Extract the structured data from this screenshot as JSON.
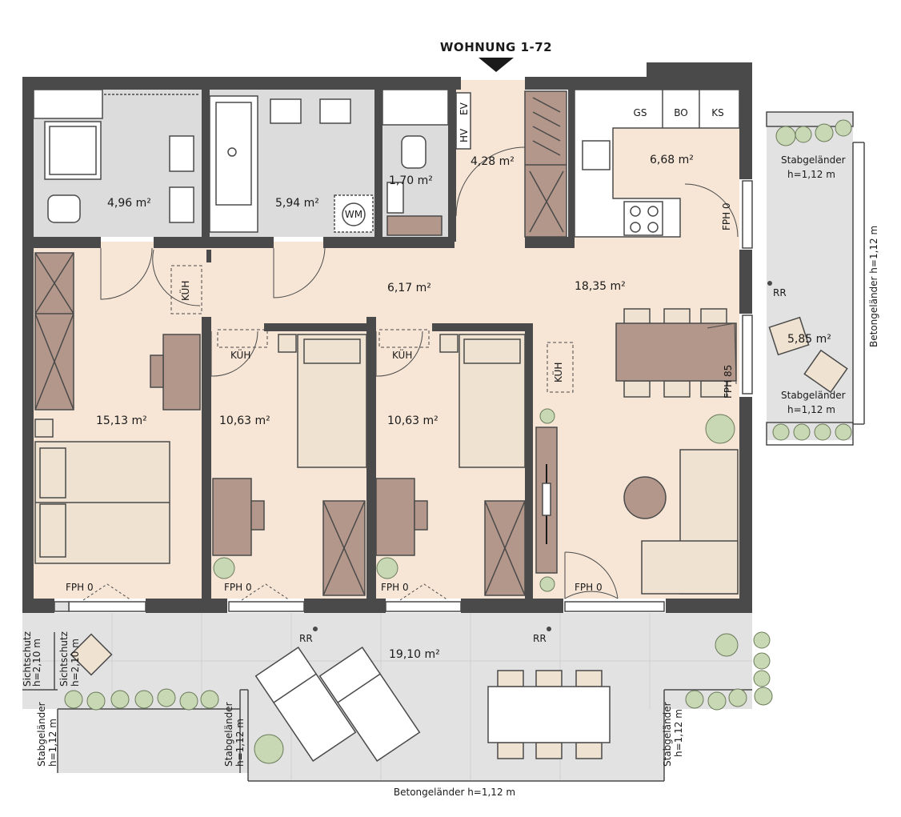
{
  "title": "WOHNUNG 1-72",
  "colors": {
    "wall": "#4a4a4a",
    "living_floor": "#f7e6d6",
    "wet_floor": "#dcdcdc",
    "terrace": "#e2e2e2",
    "furniture_brown": "#b3978a",
    "furniture_beige": "#efe2d0",
    "plant": "#c9d8b4"
  },
  "rooms": {
    "bad1": "4,96 m²",
    "bad2": "5,94 m²",
    "wc": "1,70 m²",
    "entry": "4,28 m²",
    "kitchen": "6,68 m²",
    "hall": "6,17 m²",
    "living": "18,35 m²",
    "master": "15,13 m²",
    "bed2": "10,63 m²",
    "bed3": "10,63 m²",
    "balcony": "5,85 m²",
    "terrace": "19,10 m²"
  },
  "labels": {
    "hv": "HV",
    "ev": "EV",
    "gs": "GS",
    "bo": "BO",
    "ks": "KS",
    "wm": "WM",
    "kuh": "KÜH",
    "rr": "RR",
    "fph0": "FPH 0",
    "fph85": "FPH 85",
    "stab": "Stabgeländer",
    "h112": "h=1,12 m",
    "beton_side": "Betongeländer h=1,12 m",
    "beton_bottom": "Betongeländer h=1,12 m",
    "sicht": "Sichtschutz",
    "h210": "h=2,10 m"
  }
}
